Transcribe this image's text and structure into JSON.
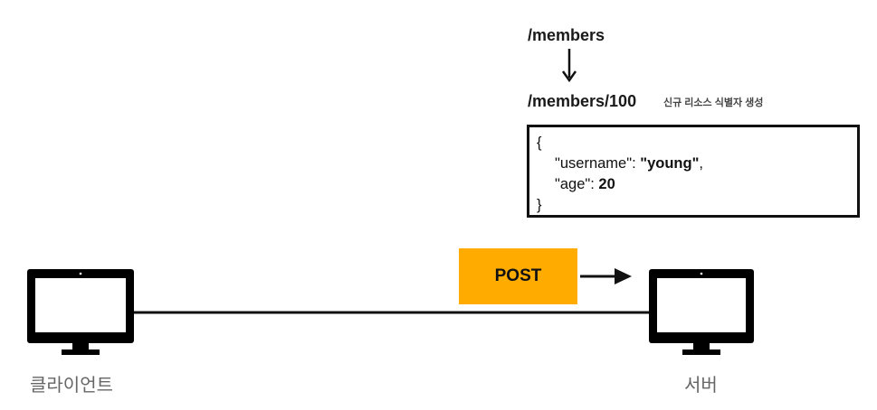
{
  "collection_path": "/members",
  "resource_path": "/members/100",
  "note": "신규 리소스 식별자 생성",
  "json_body": {
    "open": "{",
    "close": "}",
    "username_key": "\"username\"",
    "username_value": "\"young\"",
    "age_key": "\"age\"",
    "age_value": "20"
  },
  "method": "POST",
  "client_label": "클라이언트",
  "server_label": "서버",
  "colors": {
    "method_bg": "#ffab00",
    "line": "#111111",
    "monitor": "#000000"
  },
  "icons": {
    "client": "monitor-icon",
    "server": "monitor-icon"
  }
}
